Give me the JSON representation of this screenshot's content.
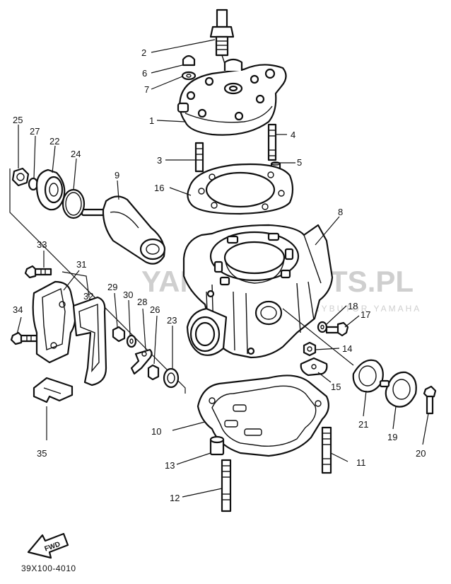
{
  "watermark": {
    "main": "YAMAHAPARTS.PL",
    "sub": "OFICJALNY DYSTRYBUTOR YAMAHA"
  },
  "diagram_code": "39X100-4010",
  "fwd_label": "FWD",
  "callouts": [
    {
      "id": "1",
      "label": "1"
    },
    {
      "id": "2",
      "label": "2"
    },
    {
      "id": "3",
      "label": "3"
    },
    {
      "id": "4",
      "label": "4"
    },
    {
      "id": "5",
      "label": "5"
    },
    {
      "id": "6",
      "label": "6"
    },
    {
      "id": "7",
      "label": "7"
    },
    {
      "id": "8",
      "label": "8"
    },
    {
      "id": "9",
      "label": "9"
    },
    {
      "id": "10",
      "label": "10"
    },
    {
      "id": "11",
      "label": "11"
    },
    {
      "id": "12",
      "label": "12"
    },
    {
      "id": "13",
      "label": "13"
    },
    {
      "id": "14",
      "label": "14"
    },
    {
      "id": "15",
      "label": "15"
    },
    {
      "id": "16",
      "label": "16"
    },
    {
      "id": "17",
      "label": "17"
    },
    {
      "id": "18",
      "label": "18"
    },
    {
      "id": "19",
      "label": "19"
    },
    {
      "id": "20",
      "label": "20"
    },
    {
      "id": "21",
      "label": "21"
    },
    {
      "id": "22",
      "label": "22"
    },
    {
      "id": "23",
      "label": "23"
    },
    {
      "id": "24",
      "label": "24"
    },
    {
      "id": "25",
      "label": "25"
    },
    {
      "id": "26",
      "label": "26"
    },
    {
      "id": "27",
      "label": "27"
    },
    {
      "id": "28",
      "label": "28"
    },
    {
      "id": "29",
      "label": "29"
    },
    {
      "id": "30",
      "label": "30"
    },
    {
      "id": "31",
      "label": "31"
    },
    {
      "id": "32",
      "label": "32"
    },
    {
      "id": "33",
      "label": "33"
    },
    {
      "id": "34",
      "label": "34"
    },
    {
      "id": "35",
      "label": "35"
    }
  ]
}
